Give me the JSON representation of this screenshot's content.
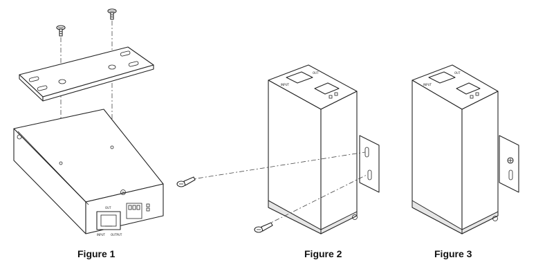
{
  "figures": [
    {
      "caption": "Figure 1",
      "port_in": "INPUT",
      "port_out": "OUTPUT",
      "port_top": "OUT"
    },
    {
      "caption": "Figure 2",
      "port_in": "INPUT",
      "port_out": "OUT"
    },
    {
      "caption": "Figure 3",
      "port_in": "INPUT",
      "port_out": "OUT"
    }
  ],
  "icons": {
    "screw": "screw-icon",
    "bracket": "mounting-bracket",
    "device": "poe-device"
  }
}
